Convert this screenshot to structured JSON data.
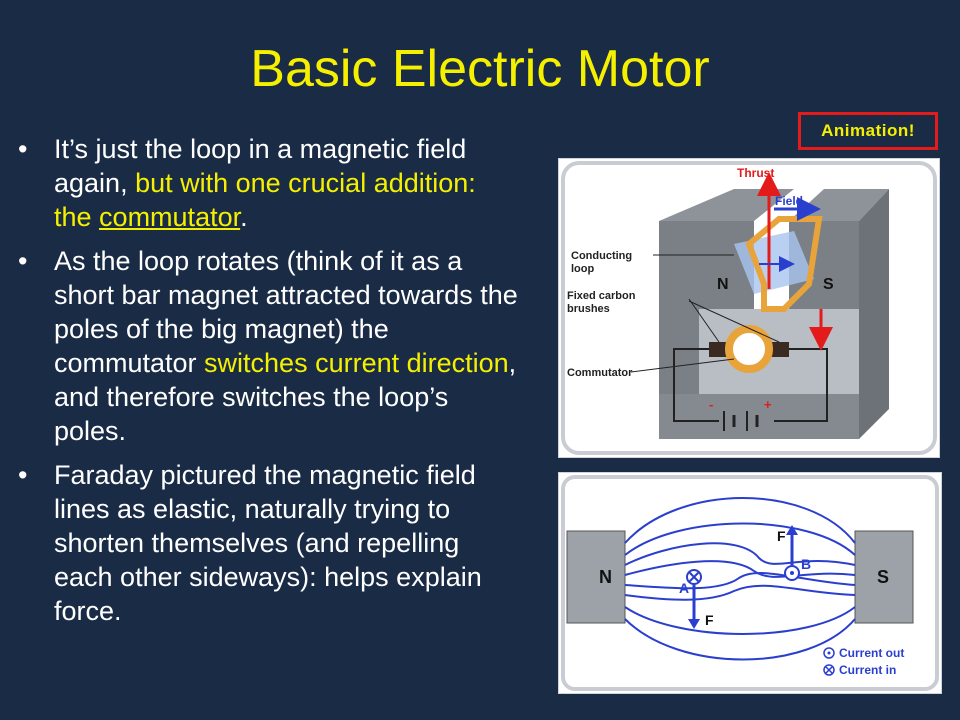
{
  "slide": {
    "title": "Basic Electric Motor",
    "animation_button": "Animation!",
    "bullets": [
      {
        "parts": [
          "It’s just the loop in a magnetic field again, ",
          "but with one crucial addition: the ",
          "commutator",
          "."
        ]
      },
      {
        "parts": [
          "As the loop rotates (think of it as a short bar magnet attracted towards the poles of the big magnet) the commutator ",
          "switches current direction",
          ", and therefore switches  the loop’s poles."
        ]
      },
      {
        "text": "Faraday pictured the magnetic field lines as elastic, naturally trying to shorten themselves (and repelling each other sideways):  helps explain force."
      }
    ]
  },
  "motor_diagram": {
    "thrust": "Thrust",
    "field": "Field",
    "conducting_loop": "Conducting loop",
    "fixed_brushes": "Fixed carbon brushes",
    "commutator": "Commutator",
    "pole_n": "N",
    "pole_s": "S",
    "battery_minus": "-",
    "battery_plus": "+"
  },
  "field_diagram": {
    "pole_n": "N",
    "pole_s": "S",
    "label_a": "A",
    "label_b": "B",
    "force_f_top": "F",
    "force_f_bottom": "F",
    "legend_out": "Current out",
    "legend_in": "Current in"
  },
  "colors": {
    "background": "#1a2b45",
    "title": "#f5f000",
    "text": "#ffffff",
    "highlight": "#f5f000",
    "button_border": "#e31b1b",
    "field_line": "#2b3fcf",
    "loop": "#e8a33a",
    "arrow_red": "#e31b1b"
  }
}
